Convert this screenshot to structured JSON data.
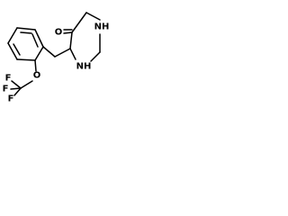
{
  "molecule": {
    "atoms": {
      "carbonyl_oxygen": "O",
      "amide_nitrogen": "NH",
      "amine_nitrogen": "NH",
      "ether_oxygen": "O",
      "fluorine_upper": "F",
      "fluorine_middle": "F",
      "fluorine_lower": "F"
    }
  },
  "colors": {
    "bond": "#000000",
    "label": "#000000",
    "background": "#ffffff"
  }
}
